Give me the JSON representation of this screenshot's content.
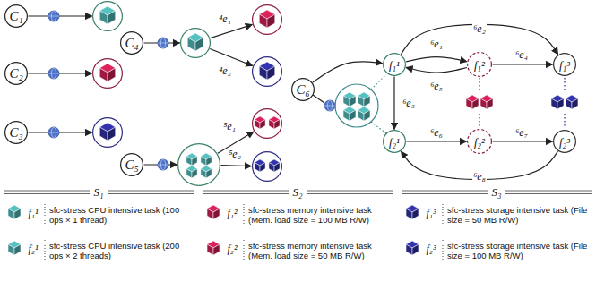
{
  "diagram": {
    "nodes": [
      {
        "text": [
          "C₁"
        ]
      },
      {
        "text": []
      },
      {
        "text": [
          "C₂"
        ]
      },
      {
        "text": []
      },
      {
        "text": [
          "C₃"
        ]
      },
      {
        "text": []
      },
      {
        "text": [
          "C₄"
        ]
      },
      {
        "text": []
      },
      {
        "text": []
      },
      {
        "text": []
      },
      {
        "text": [
          "C₅"
        ]
      },
      {
        "text": []
      },
      {
        "text": []
      },
      {
        "text": []
      },
      {
        "text": [
          "C₆"
        ]
      },
      {
        "text": [
          "f₁¹"
        ]
      },
      {
        "text": [
          "f₂¹"
        ]
      },
      {
        "text": [
          "f₁²"
        ]
      },
      {
        "text": [
          "f₂²"
        ]
      },
      {
        "text": [
          "f₁³"
        ]
      },
      {
        "text": [
          "f₂³"
        ]
      }
    ],
    "edges": [
      {
        "from": 0,
        "to": 1,
        "arrow": "to"
      },
      {
        "from": 2,
        "to": 3,
        "arrow": "to"
      },
      {
        "from": 4,
        "to": 5,
        "arrow": "to"
      },
      {
        "from": 6,
        "to": 7,
        "arrow": "to"
      },
      {
        "from": 7,
        "to": 8,
        "label": "⁴e₁",
        "arrow": "to"
      },
      {
        "from": 7,
        "to": 9,
        "label": "⁴e₂",
        "arrow": "to"
      },
      {
        "from": 10,
        "to": 11,
        "arrow": "to"
      },
      {
        "from": 11,
        "to": 12,
        "label": "⁵e₁",
        "arrow": "to"
      },
      {
        "from": 11,
        "to": 13,
        "label": "⁵e₂",
        "arrow": "to"
      },
      {
        "from": 14,
        "to": 15,
        "arrow": "to"
      },
      {
        "from": 15,
        "to": 17,
        "label": "⁶e₁",
        "arrow": "to"
      },
      {
        "from": 15,
        "to": 19,
        "label": "⁶e₂",
        "arrow": "to"
      },
      {
        "from": 15,
        "to": 16,
        "label": "⁶e₃",
        "arrow": "to"
      },
      {
        "from": 17,
        "to": 19,
        "label": "⁶e₄",
        "arrow": "to"
      },
      {
        "from": 17,
        "to": 15,
        "label": "⁶e₅",
        "arrow": "to"
      },
      {
        "from": 16,
        "to": 18,
        "label": "⁶e₆",
        "arrow": "to"
      },
      {
        "from": 18,
        "to": 20,
        "label": "⁶e₇",
        "arrow": "to"
      },
      {
        "from": 20,
        "to": 16,
        "label": "⁶e₈",
        "arrow": "to"
      }
    ],
    "labels": [
      "S₁",
      "S₂",
      "S₃",
      "f₁¹",
      "f₁²",
      "f₁³",
      "f₂¹",
      "f₂²",
      "f₂³"
    ],
    "legend": [
      {
        "text": "sfc-stress CPU intensive task (100 ops × 1 thread)"
      },
      {
        "text": "sfc-stress memory intensive task (Mem. load size = 100 MB R/W)"
      },
      {
        "text": "sfc-stress storage intensive task (File size = 50 MB R/W)"
      },
      {
        "text": "sfc-stress CPU intensive task (200 ops × 2 threads)"
      },
      {
        "text": "sfc-stress memory intensive task (Mem. load size = 50 MB R/W)"
      },
      {
        "text": "sfc-stress storage intensive task (File size = 100 MB R/W)"
      }
    ]
  }
}
